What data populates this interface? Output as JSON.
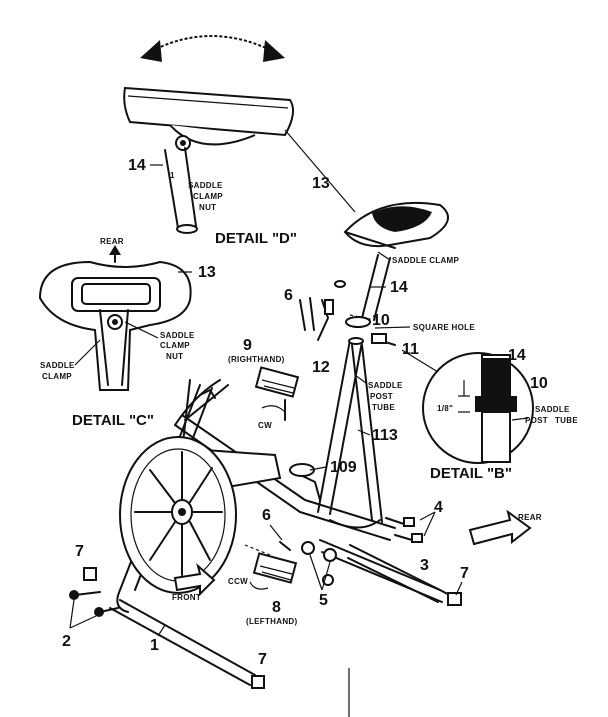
{
  "details": {
    "b": "DETAIL \"B\"",
    "c": "DETAIL \"C\"",
    "d": "DETAIL \"D\""
  },
  "parts": {
    "p1": "1",
    "p2": "2",
    "p3": "3",
    "p4": "4",
    "p5": "5",
    "p6": "6",
    "p7": "7",
    "p8": "8",
    "p9": "9",
    "p10": "10",
    "p11": "11",
    "p12": "12",
    "p13": "13",
    "p14": "14",
    "p109": "109",
    "p113": "113"
  },
  "labels": {
    "saddle_clamp_nut_1": "SADDLE",
    "saddle_clamp_nut_2": "CLAMP",
    "saddle_clamp_nut_3": "NUT",
    "rear": "REAR",
    "front": "FRONT",
    "saddle_clamp": "SADDLE CLAMP",
    "square_hole": "SQUARE HOLE",
    "saddle_post_tube_1": "SADDLE",
    "saddle_post_tube_2": "POST",
    "saddle_post_tube_3": "TUBE",
    "righthand": "(RIGHTHAND)",
    "lefthand": "(LEFTHAND)",
    "cw": "CW",
    "ccw": "CCW",
    "fraction": "1/8\"",
    "c_saddle": "SADDLE",
    "c_clamp": "CLAMP",
    "one": "1"
  }
}
